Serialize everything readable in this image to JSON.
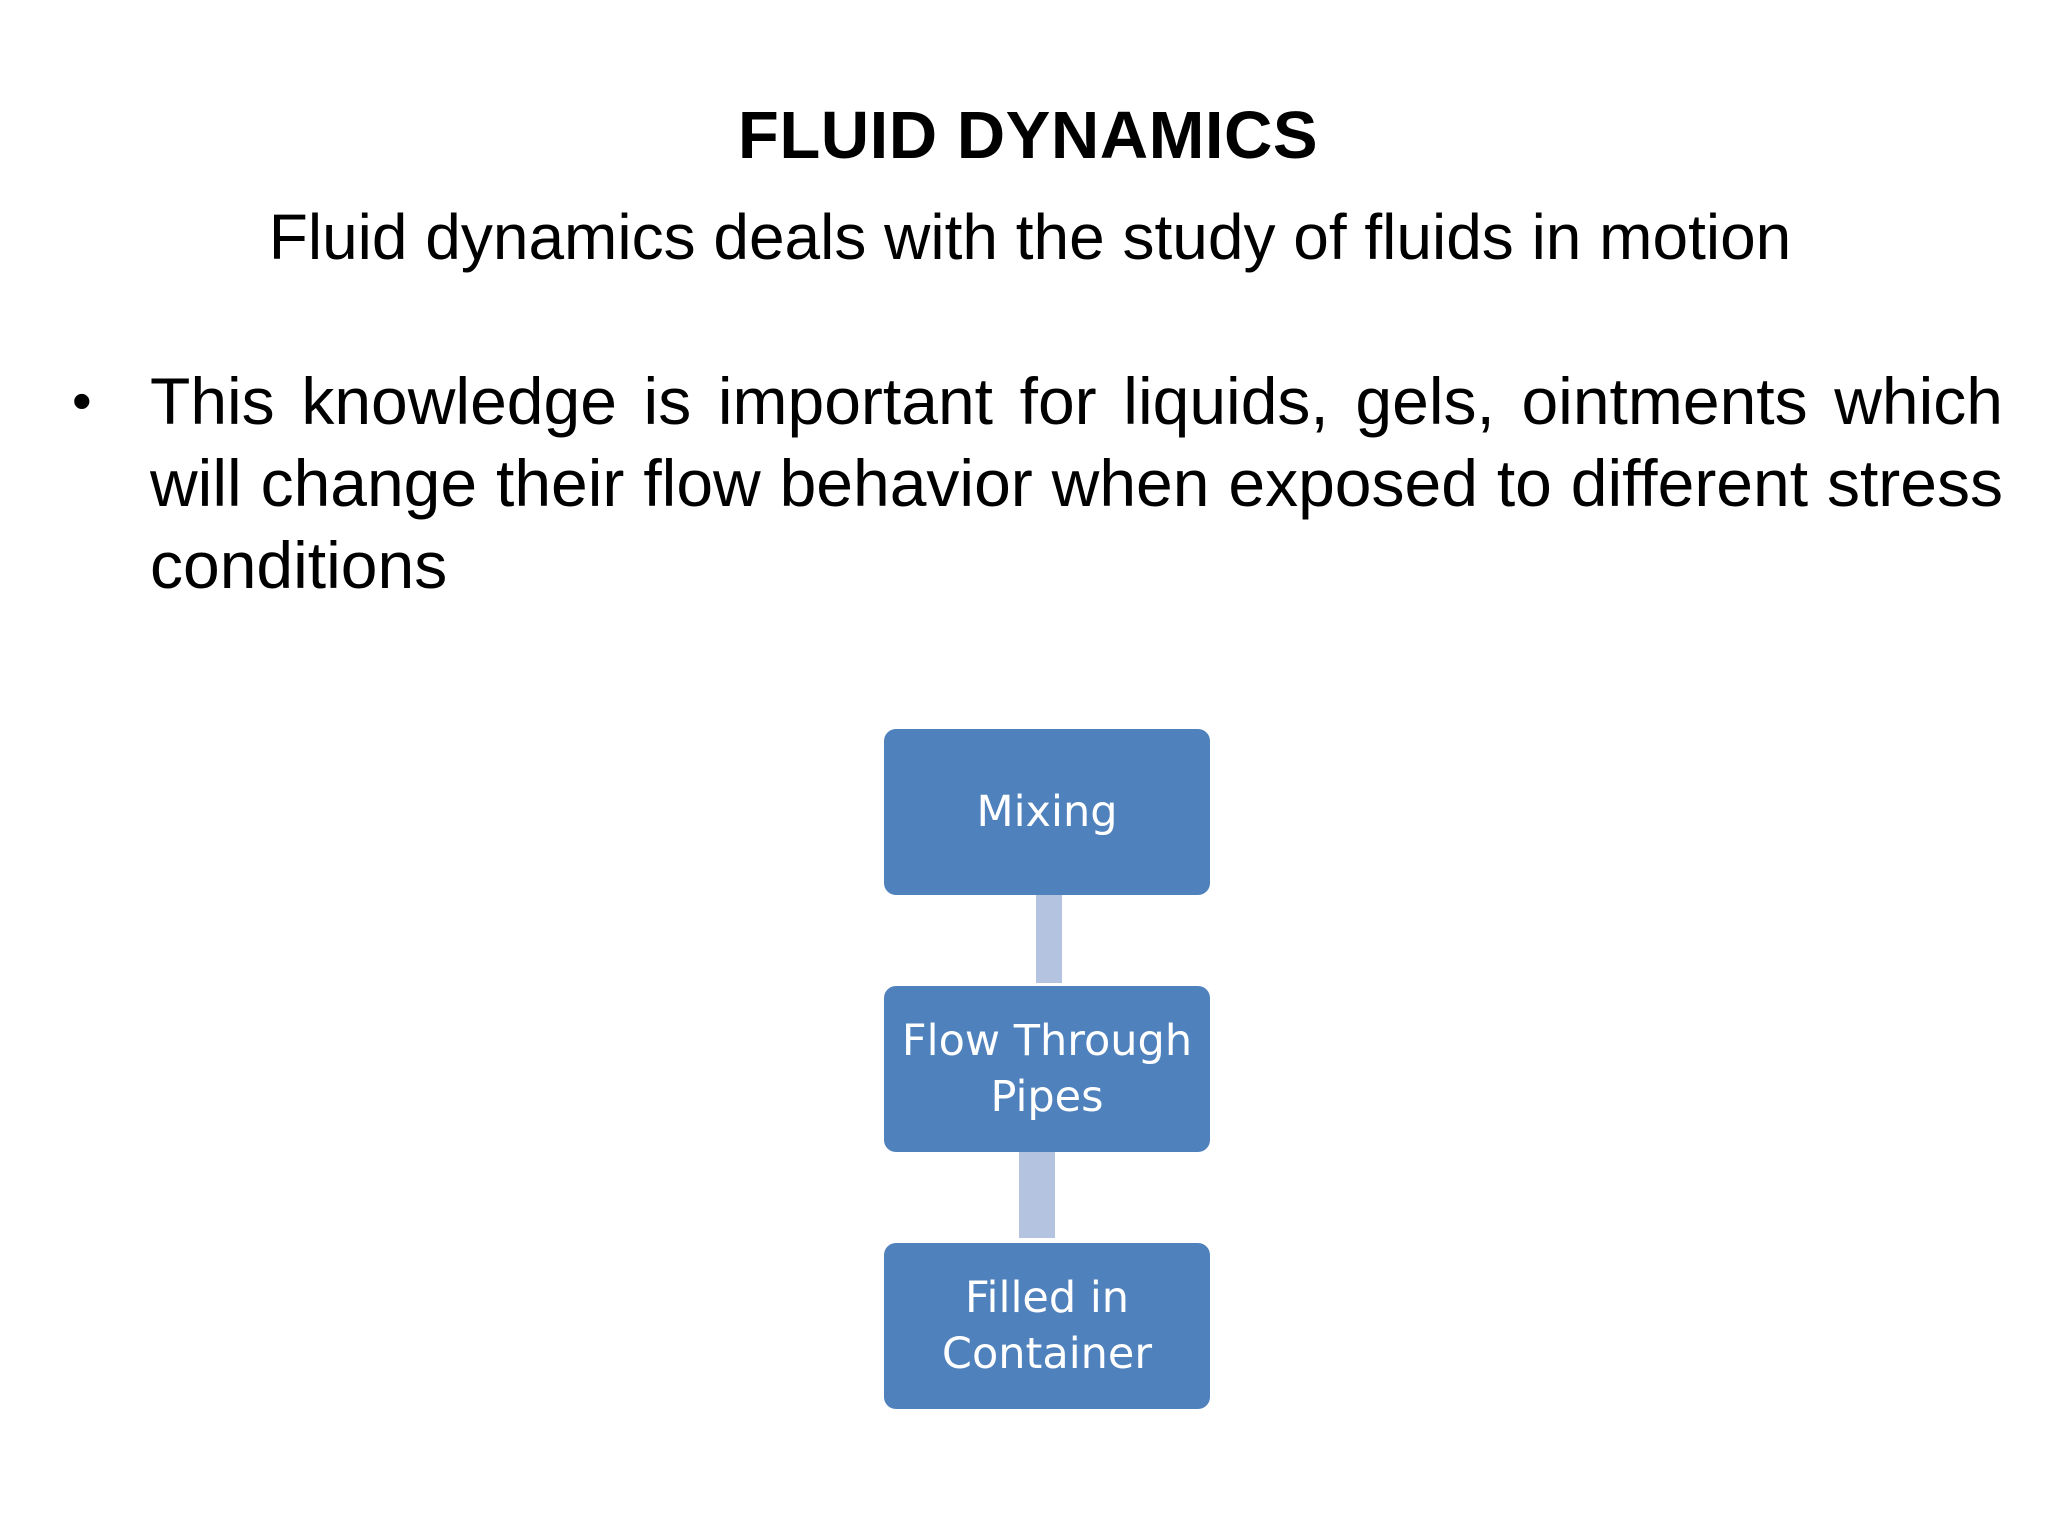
{
  "slide": {
    "title": "FLUID DYNAMICS",
    "subtitle": "Fluid dynamics deals with the study of  fluids in motion",
    "bullets": [
      {
        "marker": "•",
        "text": "This knowledge is important for liquids, gels,  ointments which will change their flow  behavior when exposed to different stress  conditions"
      }
    ]
  },
  "flow": {
    "steps": [
      {
        "label": "Mixing"
      },
      {
        "label": "Flow Through Pipes"
      },
      {
        "label": "Filled in Container"
      }
    ],
    "colors": {
      "box_fill": "#4f81bd",
      "box_text": "#ffffff",
      "connector": "#b4c4e0"
    }
  }
}
